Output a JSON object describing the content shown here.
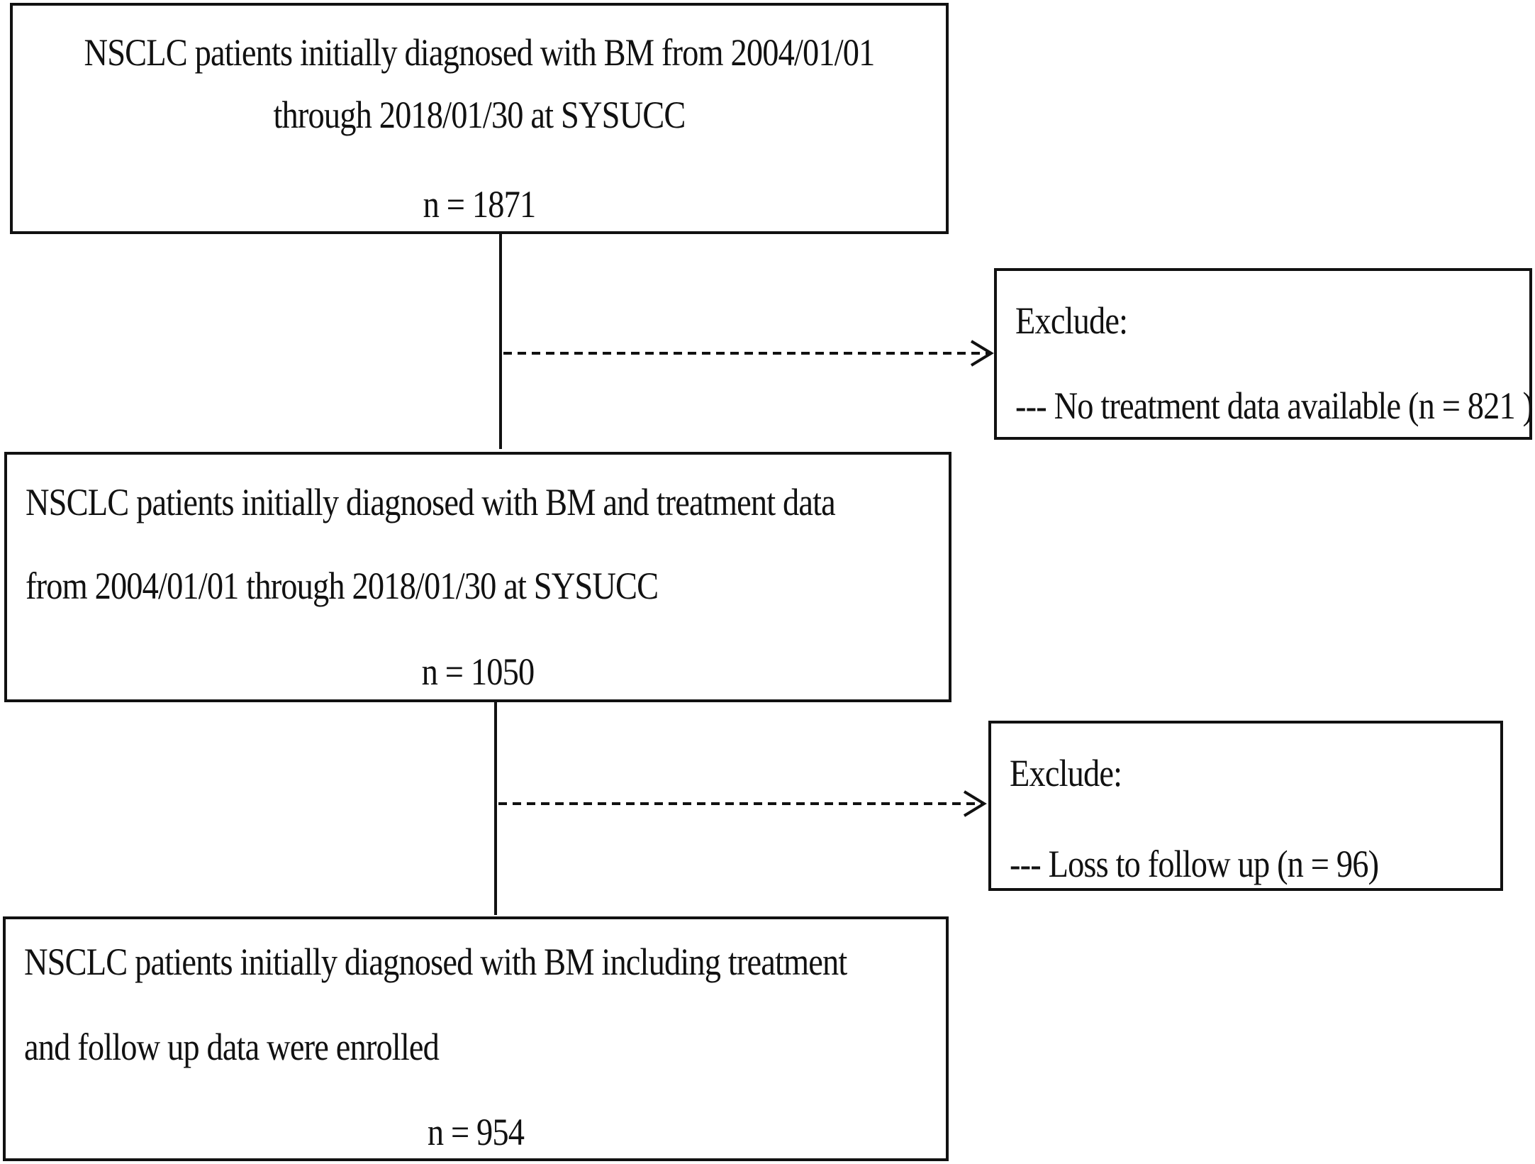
{
  "flowchart": {
    "box1": {
      "line1": "NSCLC patients initially diagnosed with BM from 2004/01/01",
      "line2": "through 2018/01/30 at SYSUCC",
      "count": "n = 1871"
    },
    "exclude1": {
      "heading": "Exclude:",
      "reason": "--- No treatment data available (n = 821 )"
    },
    "box2": {
      "line1": "NSCLC patients initially diagnosed with BM and treatment data",
      "line2": "from 2004/01/01 through 2018/01/30 at SYSUCC",
      "count": "n = 1050"
    },
    "exclude2": {
      "heading": "Exclude:",
      "reason": "--- Loss to follow up (n = 96)"
    },
    "box3": {
      "line1": "NSCLC patients initially diagnosed with BM including treatment",
      "line2": "and follow up data were enrolled",
      "count": "n = 954"
    }
  }
}
